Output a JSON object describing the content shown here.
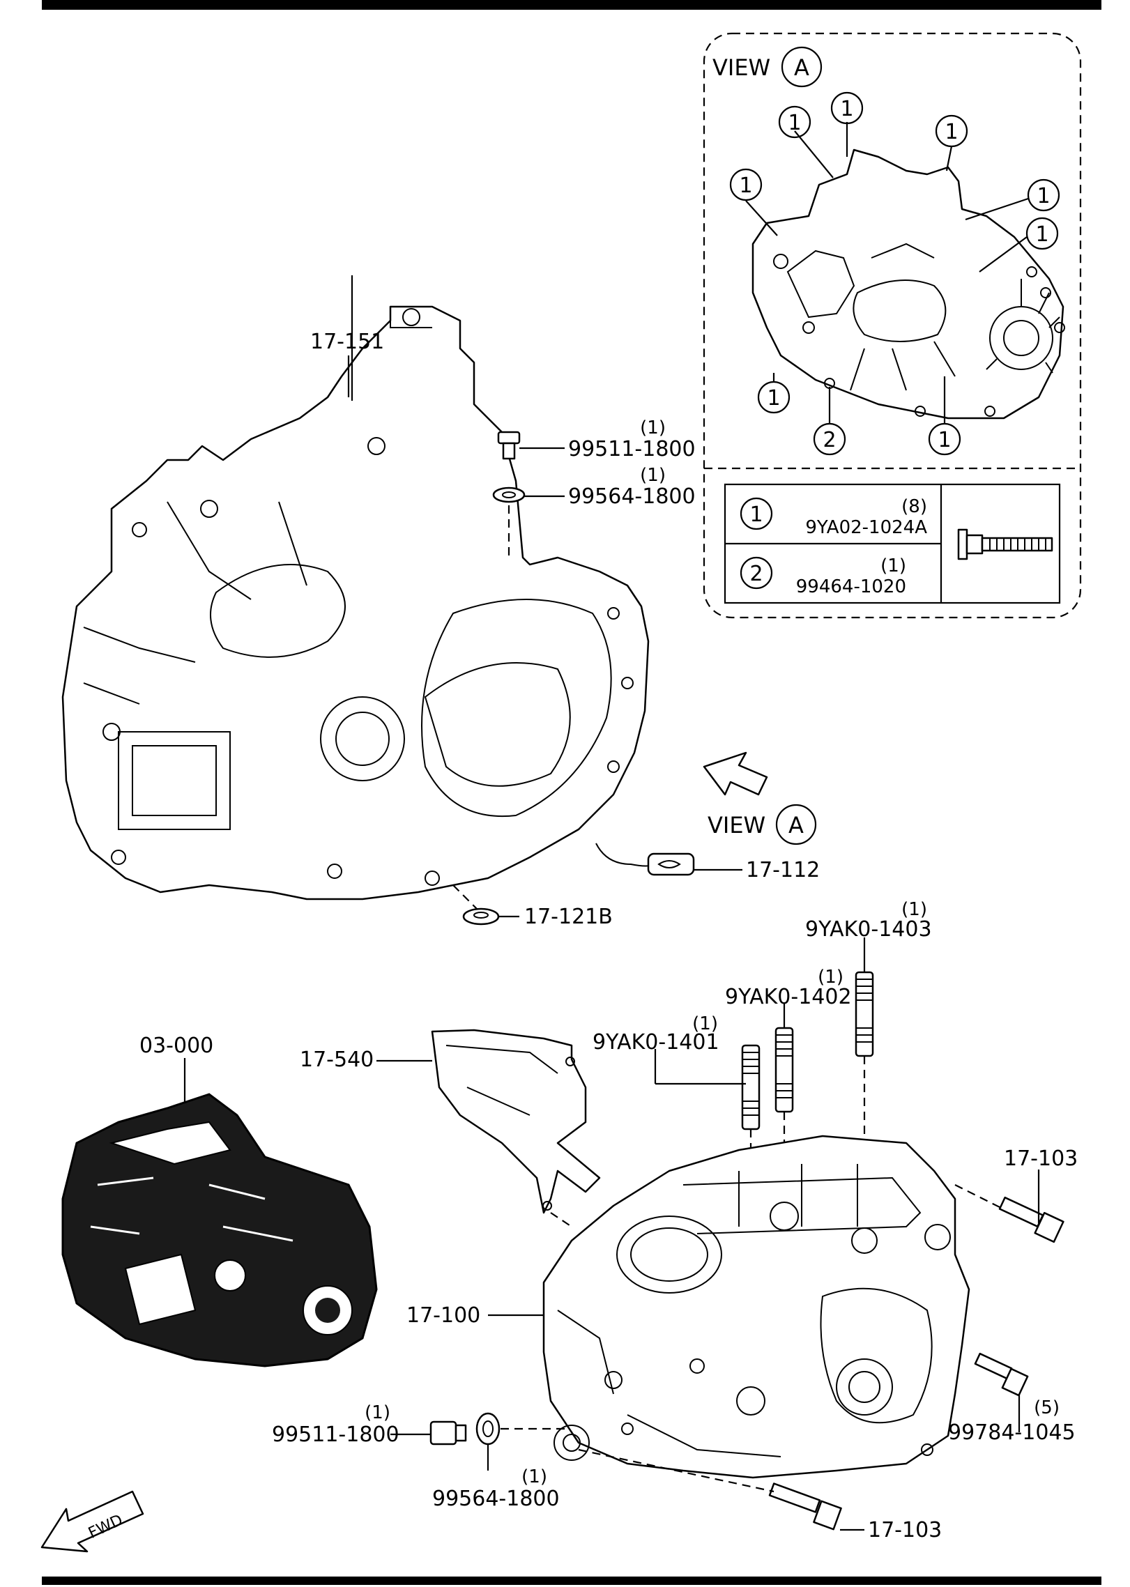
{
  "labels": {
    "bell_housing": "17-151",
    "sensor": "17-112",
    "spacer": "17-121B",
    "top_plug_part": "99511-1800",
    "top_plug_qty": "(1)",
    "top_washer_part": "99564-1800",
    "top_washer_qty": "(1)",
    "transmission_assy": "03-000",
    "cover": "17-540",
    "stud1_part": "9YAK0-1401",
    "stud1_qty": "(1)",
    "stud2_part": "9YAK0-1402",
    "stud2_qty": "(1)",
    "stud3_part": "9YAK0-1403",
    "stud3_qty": "(1)",
    "case": "17-100",
    "bolt_right": "17-103",
    "bolt_bottom": "17-103",
    "bottom_plug_part": "99511-1800",
    "bottom_plug_qty": "(1)",
    "bottom_washer_part": "99564-1800",
    "bottom_washer_qty": "(1)",
    "case_bolt_part": "99784-1045",
    "case_bolt_qty": "(5)"
  },
  "view_callout": {
    "text": "VIEW",
    "letter": "A"
  },
  "view_panel": {
    "title": "VIEW",
    "letter": "A",
    "callout_1": "1",
    "callout_2": "2"
  },
  "bolt_table": {
    "rows": [
      {
        "ref": "1",
        "qty": "(8)",
        "part": "9YA02-1024A"
      },
      {
        "ref": "2",
        "qty": "(1)",
        "part": "99464-1020"
      }
    ]
  },
  "fwd_arrow": "FWD",
  "icons": [
    "bolt-icon",
    "fwd-arrow-icon",
    "view-direction-arrow-icon"
  ]
}
